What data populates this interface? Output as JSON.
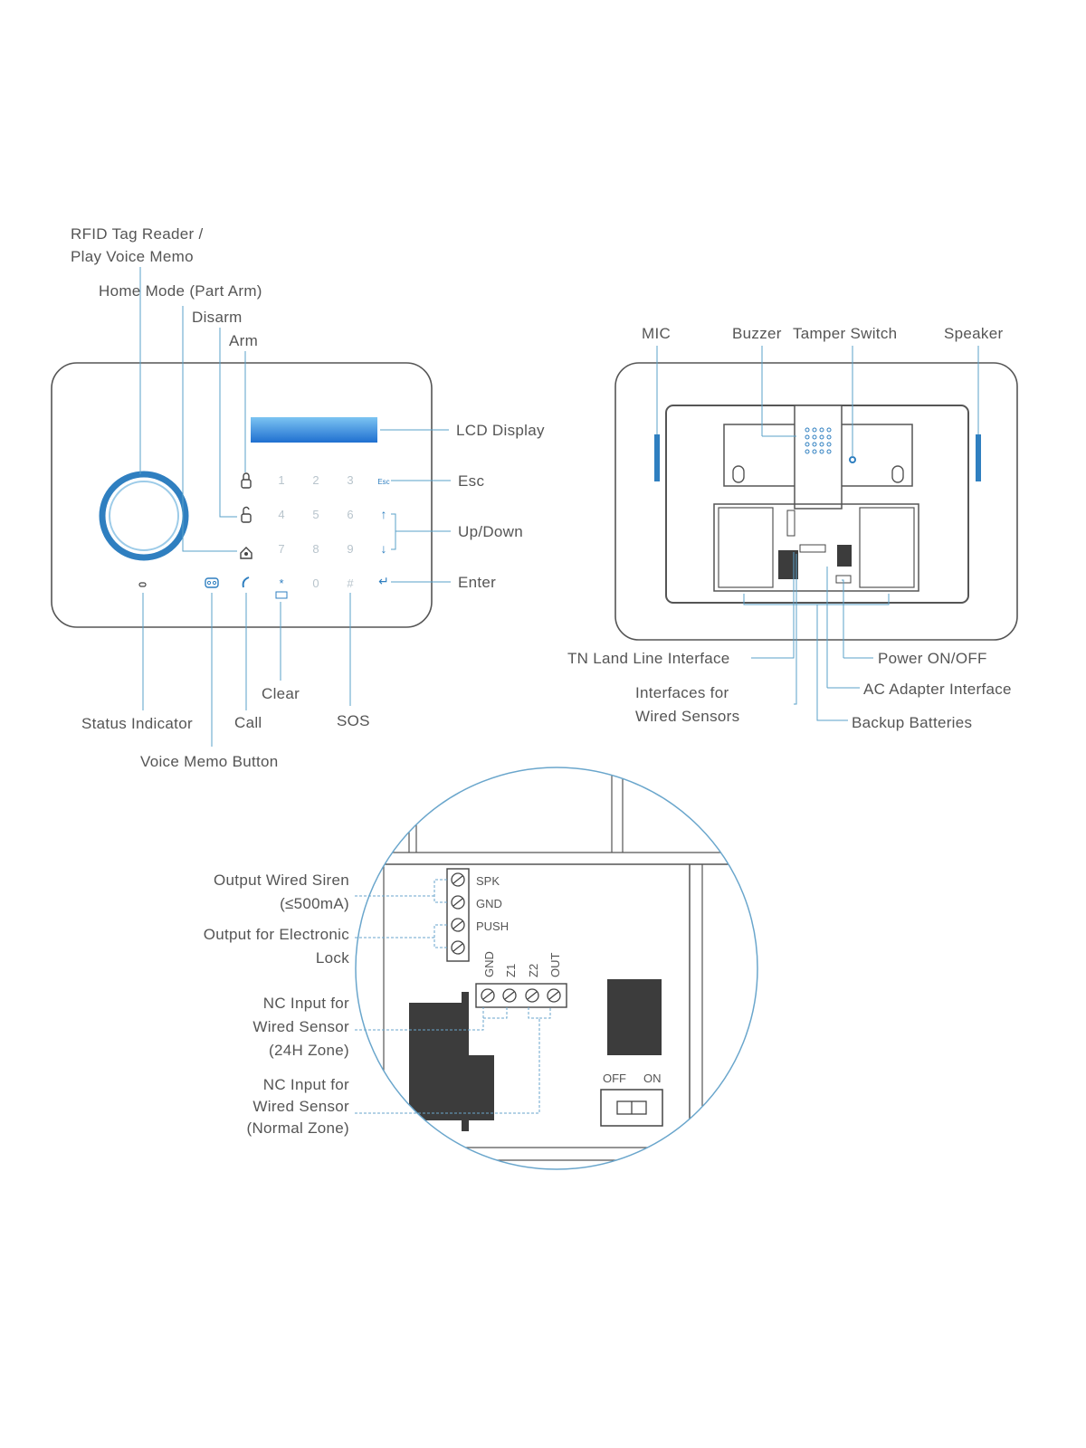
{
  "front_panel": {
    "labels": {
      "rfid_line1": "RFID Tag Reader /",
      "rfid_line2": "Play Voice Memo",
      "home_mode": "Home Mode (Part Arm)",
      "disarm": "Disarm",
      "arm": "Arm",
      "lcd_display": "LCD Display",
      "esc": "Esc",
      "up_down": "Up/Down",
      "enter": "Enter",
      "clear": "Clear",
      "status_indicator": "Status Indicator",
      "call": "Call",
      "sos": "SOS",
      "voice_memo_button": "Voice Memo Button"
    },
    "keypad": {
      "keys": [
        "1",
        "2",
        "3",
        "4",
        "5",
        "6",
        "7",
        "8",
        "9",
        "*",
        "0",
        "#"
      ],
      "esc_key": "Esc"
    }
  },
  "back_panel": {
    "labels": {
      "mic": "MIC",
      "buzzer": "Buzzer",
      "tamper_switch": "Tamper Switch",
      "speaker": "Speaker",
      "tn_land_line": "TN Land Line Interface",
      "power_on_off": "Power ON/OFF",
      "interfaces_line1": "Interfaces for",
      "interfaces_line2": "Wired Sensors",
      "ac_adapter": "AC Adapter Interface",
      "backup_batteries": "Backup Batteries"
    }
  },
  "detail": {
    "labels": {
      "siren_line1": "Output Wired Siren",
      "siren_line2": "(≤500mA)",
      "lock_line1": "Output for Electronic",
      "lock_line2": "Lock",
      "nc24_line1": "NC Input for",
      "nc24_line2": "Wired Sensor",
      "nc24_line3": "(24H Zone)",
      "ncn_line1": "NC Input for",
      "ncn_line2": "Wired Sensor",
      "ncn_line3": "(Normal Zone)"
    },
    "terminals_vertical": [
      "SPK",
      "GND",
      "PUSH"
    ],
    "terminals_horizontal": [
      "GND",
      "Z1",
      "Z2",
      "OUT"
    ],
    "switch": {
      "off": "OFF",
      "on": "ON"
    }
  },
  "colors": {
    "accent_blue": "#2f7fc0",
    "leader_blue": "#5aa0c8",
    "outline": "#555555",
    "block_dark": "#3c3c3c"
  }
}
